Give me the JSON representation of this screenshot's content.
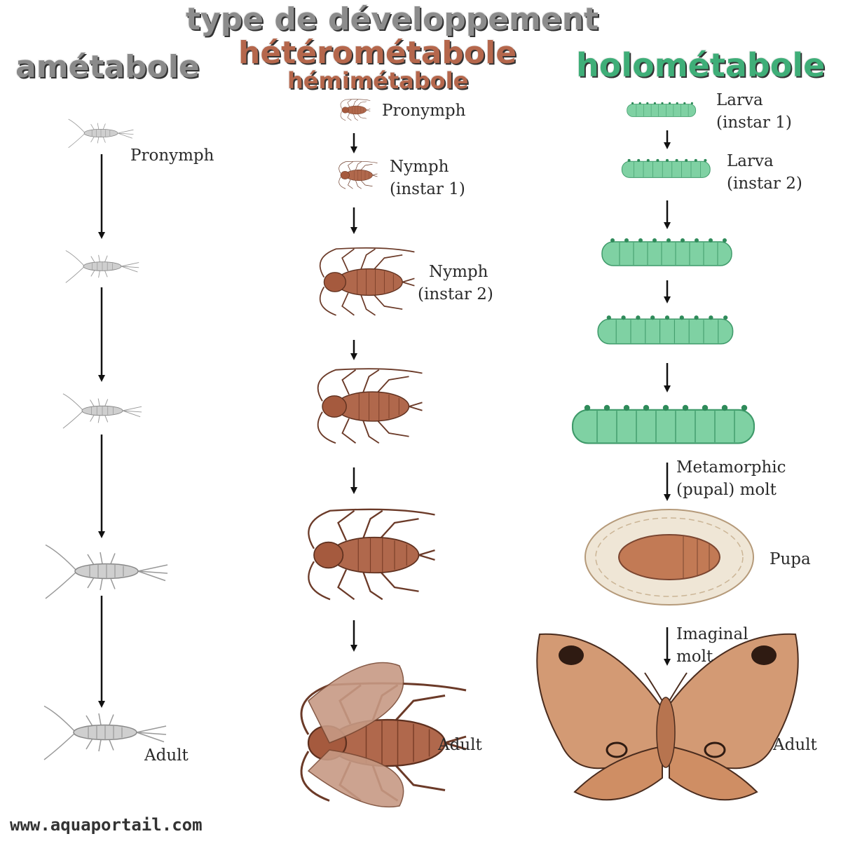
{
  "title": "type de développement",
  "columns": {
    "ametabole": {
      "heading": "amétabole"
    },
    "hetero": {
      "heading": "hétérométabole",
      "subheading": "hémimétabole"
    },
    "holo": {
      "heading": "holométabole"
    }
  },
  "labels": {
    "ame_pronymph": "Pronymph",
    "ame_adult": "Adult",
    "het_pronymph": "Pronymph",
    "het_nymph1_a": "Nymph",
    "het_nymph1_b": "(instar 1)",
    "het_nymph2_a": "Nymph",
    "het_nymph2_b": "(instar 2)",
    "het_adult": "Adult",
    "hol_larva1_a": "Larva",
    "hol_larva1_b": "(instar 1)",
    "hol_larva2_a": "Larva",
    "hol_larva2_b": "(instar 2)",
    "hol_meta_a": "Metamorphic",
    "hol_meta_b": "(pupal) molt",
    "hol_pupa": "Pupa",
    "hol_imag_a": "Imaginal",
    "hol_imag_b": "molt",
    "hol_adult": "Adult"
  },
  "footer": "www.aquaportail.com",
  "colors": {
    "ametabole": "#8a8a8a",
    "hetero": "#b5674c",
    "holo": "#3fae78",
    "silverfish": "#c9c9c9",
    "cockroach": "#a0583f",
    "caterpillar": "#6cc795",
    "moth": "#c27a4e"
  }
}
